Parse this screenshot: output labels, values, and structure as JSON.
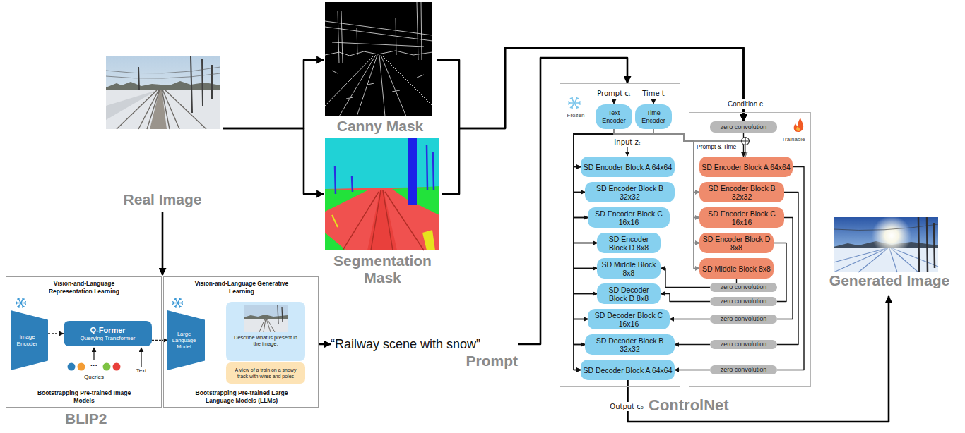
{
  "diagram": {
    "nodes": [
      {
        "text": [
          "Real Image"
        ]
      },
      {
        "text": [
          "Canny Mask"
        ]
      },
      {
        "text": [
          "Segmentation Mask"
        ]
      },
      {
        "text": [
          "BLIP2"
        ]
      },
      {
        "text": [
          "Vision-and-Language Representation Learning",
          "Bootstrapping Pre-trained Image Models"
        ],
        "in": 3
      },
      {
        "text": [
          "Image Encoder"
        ],
        "in": 4
      },
      {
        "text": [
          "Q-Former",
          "Querying Transformer"
        ],
        "in": 4
      },
      {
        "text": [
          "Vision-and-Language Generative Learning",
          "Bootstrapping Pre-trained Large Language Models (LLMs)"
        ],
        "in": 3
      },
      {
        "text": [
          "Large Language Model"
        ],
        "in": 7
      },
      {
        "text": [
          "Describe what is present in the image."
        ],
        "in": 7
      },
      {
        "text": [
          "A view of a train on a snowy track with wires and poles"
        ],
        "in": 7
      },
      {
        "text": [
          "“Railway scene with snow”",
          "Prompt"
        ]
      },
      {
        "text": [
          "ControlNet"
        ]
      },
      {
        "text": [
          "Frozen"
        ],
        "in": 12
      },
      {
        "text": [
          "Trainable"
        ],
        "in": 12
      },
      {
        "text": [
          "Text Encoder"
        ],
        "in": 13
      },
      {
        "text": [
          "Time Encoder"
        ],
        "in": 13
      },
      {
        "text": [
          "SD Encoder Block A 64x64"
        ],
        "in": 13
      },
      {
        "text": [
          "SD Encoder Block B 32x32"
        ],
        "in": 13
      },
      {
        "text": [
          "SD Encoder Block C 16x16"
        ],
        "in": 13
      },
      {
        "text": [
          "SD Encoder Block D 8x8"
        ],
        "in": 13
      },
      {
        "text": [
          "SD Middle Block 8x8"
        ],
        "in": 13
      },
      {
        "text": [
          "SD Decoder Block D 8x8"
        ],
        "in": 13
      },
      {
        "text": [
          "SD Decoder Block C 16x16"
        ],
        "in": 13
      },
      {
        "text": [
          "SD Decoder Block B 32x32"
        ],
        "in": 13
      },
      {
        "text": [
          "SD Decoder Block A 64x64"
        ],
        "in": 13
      },
      {
        "text": [
          "zero convolution"
        ],
        "in": 14
      },
      {
        "text": [
          "SD Encoder Block A 64x64"
        ],
        "in": 14
      },
      {
        "text": [
          "SD Encoder Block B 32x32"
        ],
        "in": 14
      },
      {
        "text": [
          "SD Encoder Block C 16x16"
        ],
        "in": 14
      },
      {
        "text": [
          "SD Encoder Block D 8x8"
        ],
        "in": 14
      },
      {
        "text": [
          "SD Middle Block 8x8"
        ],
        "in": 14
      },
      {
        "text": [
          "zero convolution"
        ],
        "in": 14
      },
      {
        "text": [
          "zero convolution"
        ],
        "in": 14
      },
      {
        "text": [
          "zero convolution"
        ],
        "in": 14
      },
      {
        "text": [
          "zero convolution"
        ],
        "in": 14
      },
      {
        "text": [
          "zero convolution"
        ],
        "in": 14
      },
      {
        "text": [
          "Generated Image"
        ]
      }
    ],
    "edges": [
      {
        "from": 0,
        "to": 1,
        "arrow": "to"
      },
      {
        "from": 0,
        "to": 2,
        "arrow": "to"
      },
      {
        "from": 0,
        "to": 3,
        "arrow": "to"
      },
      {
        "from": 1,
        "to": 26,
        "arrow": "to"
      },
      {
        "from": 2,
        "to": 26,
        "arrow": "to"
      },
      {
        "from": 3,
        "to": 11,
        "arrow": "to"
      },
      {
        "from": 11,
        "to": 13,
        "arrow": "to"
      },
      {
        "from": 5,
        "to": 6,
        "arrow": "to"
      },
      {
        "from": 6,
        "to": 8,
        "arrow": "to"
      },
      {
        "from": 15,
        "to": 17,
        "arrow": "to"
      },
      {
        "from": 15,
        "to": 18,
        "arrow": "to"
      },
      {
        "from": 15,
        "to": 19,
        "arrow": "to"
      },
      {
        "from": 15,
        "to": 20,
        "arrow": "to"
      },
      {
        "from": 15,
        "to": 21,
        "arrow": "to"
      },
      {
        "from": 15,
        "to": 22,
        "arrow": "to"
      },
      {
        "from": 15,
        "to": 23,
        "arrow": "to"
      },
      {
        "from": 15,
        "to": 24,
        "arrow": "to"
      },
      {
        "from": 15,
        "to": 25,
        "arrow": "to"
      },
      {
        "from": 16,
        "to": 17,
        "arrow": "to"
      },
      {
        "from": 16,
        "to": 18,
        "arrow": "to"
      },
      {
        "from": 16,
        "to": 19,
        "arrow": "to"
      },
      {
        "from": 16,
        "to": 20,
        "arrow": "to"
      },
      {
        "from": 16,
        "to": 21,
        "arrow": "to"
      },
      {
        "from": 16,
        "to": 22,
        "arrow": "to"
      },
      {
        "from": 16,
        "to": 23,
        "arrow": "to"
      },
      {
        "from": 16,
        "to": 24,
        "arrow": "to"
      },
      {
        "from": 16,
        "to": 25,
        "arrow": "to"
      },
      {
        "from": 15,
        "to": 27,
        "arrow": "to"
      },
      {
        "from": 15,
        "to": 28,
        "arrow": "to"
      },
      {
        "from": 15,
        "to": 29,
        "arrow": "to"
      },
      {
        "from": 15,
        "to": 30,
        "arrow": "to"
      },
      {
        "from": 15,
        "to": 31,
        "arrow": "to"
      },
      {
        "from": 16,
        "to": 27,
        "arrow": "to"
      },
      {
        "from": 16,
        "to": 28,
        "arrow": "to"
      },
      {
        "from": 16,
        "to": 29,
        "arrow": "to"
      },
      {
        "from": 16,
        "to": 30,
        "arrow": "to"
      },
      {
        "from": 16,
        "to": 31,
        "arrow": "to"
      },
      {
        "from": 26,
        "to": 27,
        "arrow": "to"
      },
      {
        "from": 27,
        "to": 36,
        "arrow": "none"
      },
      {
        "from": 28,
        "to": 35,
        "arrow": "none"
      },
      {
        "from": 29,
        "to": 34,
        "arrow": "none"
      },
      {
        "from": 30,
        "to": 33,
        "arrow": "none"
      },
      {
        "from": 31,
        "to": 32,
        "arrow": "none"
      },
      {
        "from": 32,
        "to": 21,
        "arrow": "to"
      },
      {
        "from": 33,
        "to": 22,
        "arrow": "to"
      },
      {
        "from": 34,
        "to": 23,
        "arrow": "to"
      },
      {
        "from": 35,
        "to": 24,
        "arrow": "to"
      },
      {
        "from": 36,
        "to": 25,
        "arrow": "to"
      },
      {
        "from": 25,
        "to": 37,
        "arrow": "to"
      }
    ],
    "labels": [
      "···",
      "Queries",
      "Text",
      "Prompt cₜ",
      "Time t",
      "Input zₜ",
      "Condition c",
      "Prompt & Time",
      "Output c₀"
    ]
  }
}
